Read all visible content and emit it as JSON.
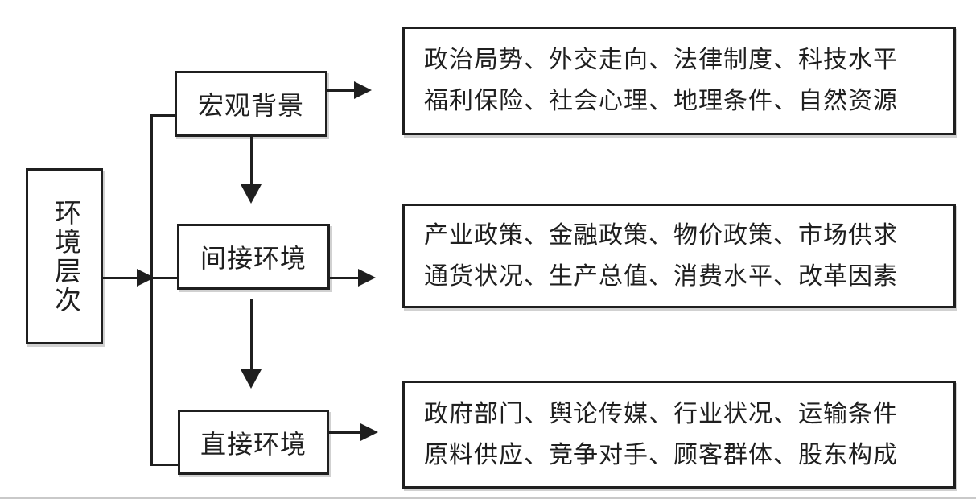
{
  "page": {
    "background_color": "#ffffff",
    "line_color": "#1f1f1f",
    "bottom_rule_color": "#c9c9c9"
  },
  "diagram": {
    "root_label": "环境层次",
    "rows": [
      {
        "label": "宏观背景",
        "line1": "政治局势、外交走向、法律制度、科技水平",
        "line2": "福利保险、社会心理、地理条件、自然资源"
      },
      {
        "label": "间接环境",
        "line1": "产业政策、金融政策、物价政策、市场供求",
        "line2": "通货状况、生产总值、消费水平、改革因素"
      },
      {
        "label": "直接环境",
        "line1": "政府部门、舆论传媒、行业状况、运输条件",
        "line2": "原料供应、竞争对手、顾客群体、股东构成"
      }
    ]
  }
}
